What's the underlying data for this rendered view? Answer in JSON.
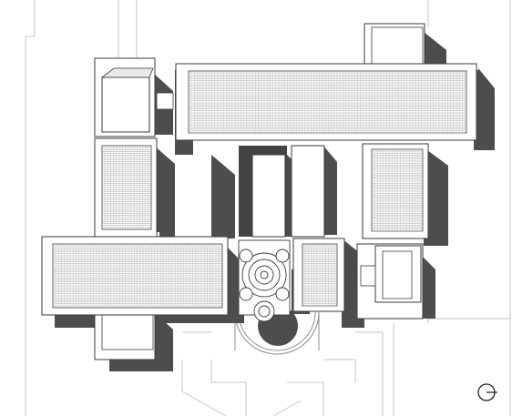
{
  "drawing": {
    "kind": "site-plan",
    "style": "monochrome axonometric roof plan with cast shadows",
    "colors": {
      "background": "#ffffff",
      "roof": "#ffffff",
      "roof_outline": "#3a3a3a",
      "shadow": "#4d4d4d",
      "glazing_grid": "#9a9a9a",
      "paths": "#bdbdbd"
    },
    "roof_sections": [
      {
        "name": "north-wing-roof",
        "glazed": true
      },
      {
        "name": "west-wing-roof",
        "glazed": true
      },
      {
        "name": "east-wing-roof",
        "glazed": true
      },
      {
        "name": "south-west-wing-roof",
        "glazed": true
      },
      {
        "name": "south-center-wing-roof",
        "glazed": true
      },
      {
        "name": "north-west-tower",
        "glazed": false
      },
      {
        "name": "north-east-tower",
        "glazed": false
      },
      {
        "name": "south-west-tower",
        "glazed": false
      },
      {
        "name": "south-east-pavilion",
        "glazed": false
      }
    ],
    "features": [
      "central-courtyard",
      "rotunda",
      "semicircular-entrance-plaza",
      "site-paths"
    ],
    "north_arrow_icon": "north-arrow-icon"
  }
}
